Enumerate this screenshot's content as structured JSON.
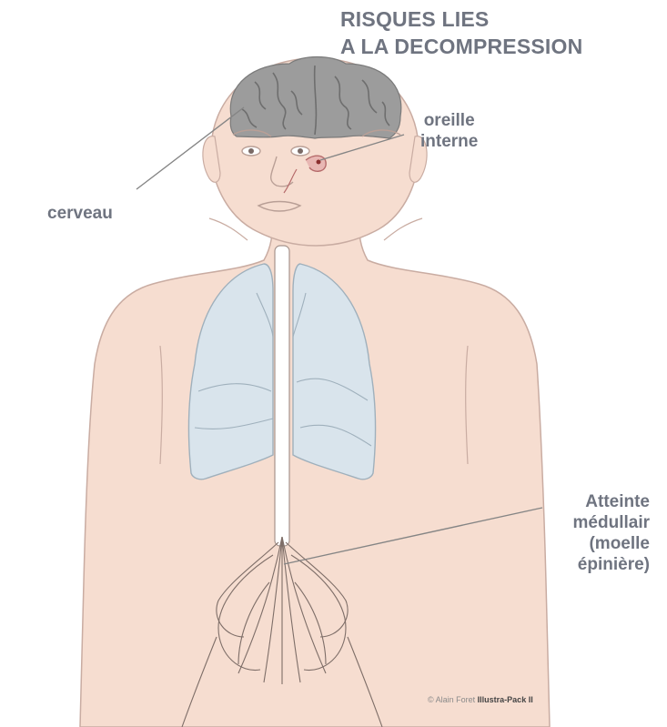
{
  "title": {
    "line1": "RISQUES LIES",
    "line2": "A LA DECOMPRESSION"
  },
  "labels": {
    "oreille_line1": "oreille",
    "oreille_line2": "interne",
    "cerveau": "cerveau",
    "atteinte_line1": "Atteinte",
    "atteinte_line2": "médullair",
    "atteinte_line3": "(moelle",
    "atteinte_line4": "épinière)"
  },
  "copyright": {
    "author": "© Alain Foret",
    "brand": "Illustra-Pack II"
  },
  "colors": {
    "skin": "#f6ddd0",
    "outline": "#b9a29a",
    "lungs": "#d9e4ec",
    "brain": "#9a9a9a",
    "text": "#6f7480"
  }
}
